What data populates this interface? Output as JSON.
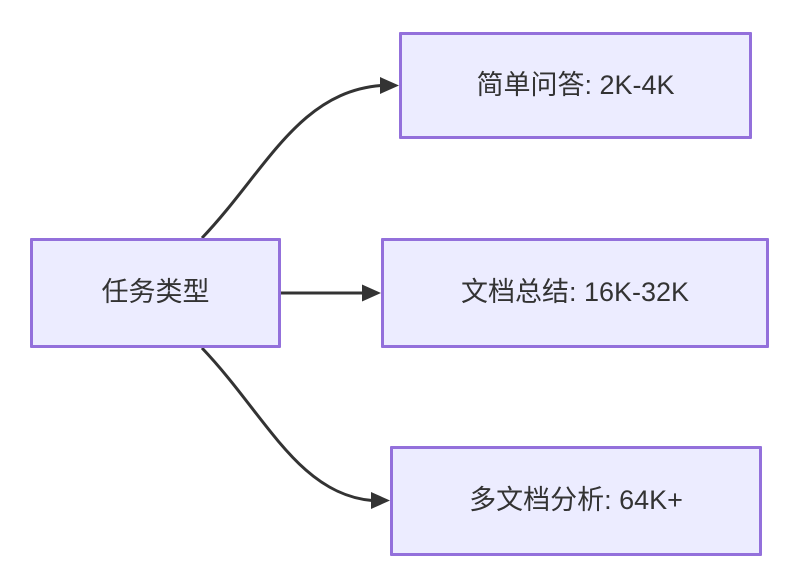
{
  "diagram": {
    "type": "flowchart-left-to-right",
    "root": {
      "label": "任务类型"
    },
    "branches": [
      {
        "label": "简单问答: 2K-4K"
      },
      {
        "label": "文档总结: 16K-32K"
      },
      {
        "label": "多文档分析: 64K+"
      }
    ],
    "edges": [
      {
        "from": "任务类型",
        "to": "简单问答: 2K-4K",
        "arrow": "filled-triangle"
      },
      {
        "from": "任务类型",
        "to": "文档总结: 16K-32K",
        "arrow": "filled-triangle"
      },
      {
        "from": "任务类型",
        "to": "多文档分析: 64K+",
        "arrow": "filled-triangle"
      }
    ],
    "colors": {
      "node_fill": "#ECECFF",
      "node_border": "#9370DB",
      "edge": "#333333",
      "text": "#333333",
      "background": "#ffffff"
    }
  }
}
